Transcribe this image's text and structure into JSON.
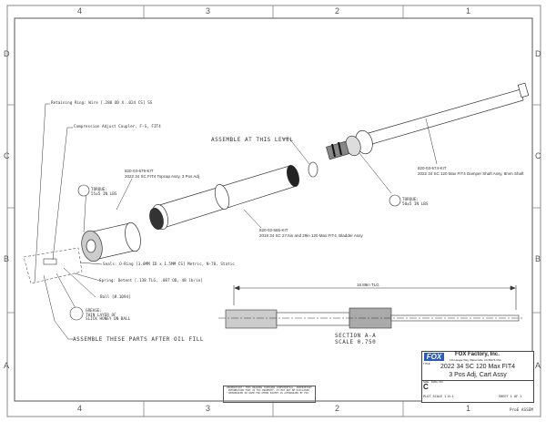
{
  "zones": {
    "columns": [
      "4",
      "3",
      "2",
      "1"
    ],
    "rows": [
      "D",
      "C",
      "B",
      "A"
    ]
  },
  "callouts": {
    "retaining_ring": "Retaining Ring: Wire [.280 OD X .024 CS] SS",
    "coupler": "Compression Adjust Coupler, F-S, FIT4",
    "assemble_level": "ASSEMBLE AT THIS LEVEL",
    "topcap_pn": "820-03-679-KIT",
    "topcap_desc": "2022 34 SC FIT4 Topcap Assy, 3 Pos Adj",
    "torque1": "TORQUE:\n55±5 IN LBS",
    "torque2": "TORQUE:\n50±5 IN LBS",
    "damper_pn": "820-03-674-KIT",
    "damper_desc": "2022 34 SC 120 Max FIT4 Damper Shaft Assy, 8mm Shaft",
    "bladder_pn": "820-03-565-KIT",
    "bladder_desc": "2019 34 SC 27.5in and 29in 120 Max FIT4, Bladder Assy",
    "seals": "Seals: O-Ring [3.0MM ID x 1.5MM CS] Metric, N-70, Static",
    "spring": "Spring: Detent [.138 TLG, .087 OD, 48 lb/in]",
    "ball": "Ball [Ø.1094]",
    "grease": "GREASE:\nTHIN LAYER OF\nSLICK HONEY ON BALL",
    "after_oil": "ASSEMBLE THESE PARTS AFTER OIL FILL",
    "dimension": "16.89in TLG",
    "section": "SECTION  A-A",
    "scale": "SCALE  0.750"
  },
  "title_block": {
    "logo": "FOX",
    "company": "FOX Factory, Inc.",
    "address": "130 Hangar Way, Watsonville, CA 95076 USA",
    "title_label": "TITLE",
    "title_line1": "2022 34 SC 120 Max FIT4",
    "title_line2": "3 Pos Adj, Cart Assy",
    "size_label": "SIZE",
    "dwg_label": "DWG. NO.",
    "size": "C",
    "plot_scale": "PLOT SCALE  1.0:1",
    "sheet": "SHEET  1  OF  1"
  },
  "confidentiality": "PROPRIETARY: THIS DRAWING CONTAINS CONFIDENTIAL, PROPRIETARY INFORMATION THAT IS FOX PROPERTY. IT MAY NOT BE DISCLOSED, REPRODUCED OR USED FOR OTHER EXCEPT AS AUTHORIZED BY FOX.",
  "footer": "ProE ASSEM"
}
